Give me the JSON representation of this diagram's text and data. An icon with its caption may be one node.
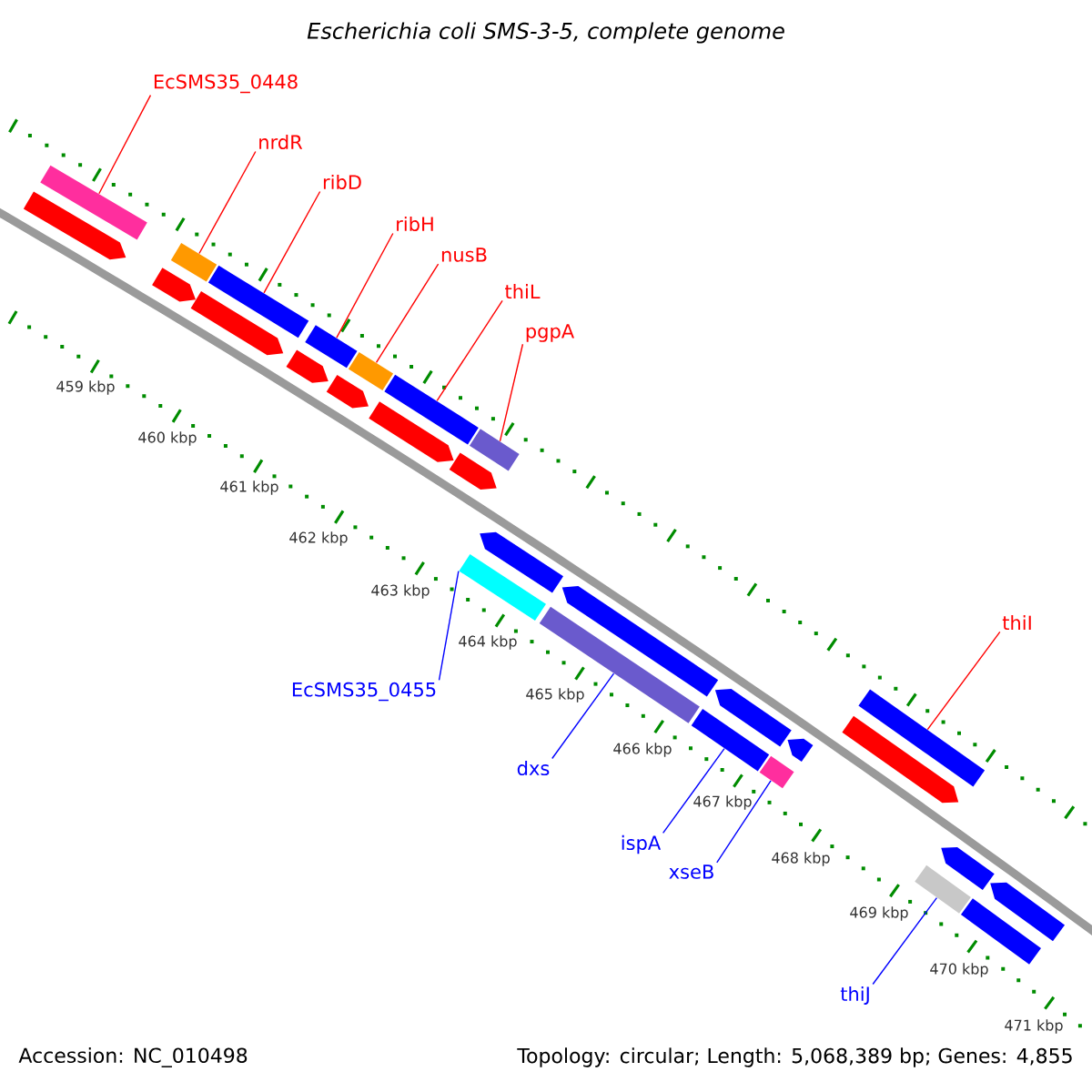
{
  "diagram": {
    "title": "Escherichia coli SMS-3-5, complete genome",
    "nodes": [
      {
        "text": [
          "EcSMS35_0448"
        ]
      },
      {
        "text": [],
        "shape": "bar"
      },
      {
        "text": [
          "nrdR"
        ]
      },
      {
        "text": [],
        "shape": "bar"
      },
      {
        "text": [
          "ribD"
        ]
      },
      {
        "text": [],
        "shape": "bar"
      },
      {
        "text": [
          "ribH"
        ]
      },
      {
        "text": [],
        "shape": "bar"
      },
      {
        "text": [
          "nusB"
        ]
      },
      {
        "text": [],
        "shape": "bar"
      },
      {
        "text": [
          "thiL"
        ]
      },
      {
        "text": [],
        "shape": "bar"
      },
      {
        "text": [
          "pgpA"
        ]
      },
      {
        "text": [],
        "shape": "bar"
      },
      {
        "text": [
          "thiI"
        ]
      },
      {
        "text": [],
        "shape": "bar"
      },
      {
        "text": [
          "EcSMS35_0455"
        ]
      },
      {
        "text": [],
        "shape": "bar"
      },
      {
        "text": [
          "dxs"
        ]
      },
      {
        "text": [],
        "shape": "bar"
      },
      {
        "text": [
          "ispA"
        ]
      },
      {
        "text": [],
        "shape": "bar"
      },
      {
        "text": [
          "xseB"
        ]
      },
      {
        "text": [],
        "shape": "bar"
      },
      {
        "text": [
          "thiJ"
        ]
      },
      {
        "text": [],
        "shape": "bar"
      },
      {
        "text": [],
        "shape": "bar"
      },
      {
        "text": [],
        "shape": "arrow"
      },
      {
        "text": [],
        "shape": "arrow"
      },
      {
        "text": [],
        "shape": "arrow"
      },
      {
        "text": [],
        "shape": "arrow"
      },
      {
        "text": [],
        "shape": "arrow"
      },
      {
        "text": [],
        "shape": "arrow"
      },
      {
        "text": [],
        "shape": "arrow"
      },
      {
        "text": [],
        "shape": "arrow"
      },
      {
        "text": [],
        "shape": "arrow"
      },
      {
        "text": [],
        "shape": "arrow"
      },
      {
        "text": [],
        "shape": "arrow"
      },
      {
        "text": [],
        "shape": "arrow"
      },
      {
        "text": [],
        "shape": "arrow"
      },
      {
        "text": [],
        "shape": "arrow"
      }
    ],
    "edges": [
      {
        "from": 0,
        "to": 1,
        "arrow": "none"
      },
      {
        "from": 2,
        "to": 3,
        "arrow": "none"
      },
      {
        "from": 4,
        "to": 5,
        "arrow": "none"
      },
      {
        "from": 6,
        "to": 7,
        "arrow": "none"
      },
      {
        "from": 8,
        "to": 9,
        "arrow": "none"
      },
      {
        "from": 10,
        "to": 11,
        "arrow": "none"
      },
      {
        "from": 12,
        "to": 13,
        "arrow": "none"
      },
      {
        "from": 14,
        "to": 15,
        "arrow": "none"
      },
      {
        "from": 16,
        "to": 17,
        "arrow": "none",
        "color": "#0000ff"
      },
      {
        "from": 18,
        "to": 19,
        "arrow": "none",
        "color": "#0000ff"
      },
      {
        "from": 20,
        "to": 21,
        "arrow": "none",
        "color": "#0000ff"
      },
      {
        "from": 22,
        "to": 23,
        "arrow": "none",
        "color": "#0000ff"
      },
      {
        "from": 24,
        "to": 25,
        "arrow": "none",
        "color": "#0000ff"
      }
    ],
    "labels": [
      "459 kbp",
      "460 kbp",
      "461 kbp",
      "462 kbp",
      "463 kbp",
      "464 kbp",
      "465 kbp",
      "466 kbp",
      "467 kbp",
      "468 kbp",
      "469 kbp",
      "470 kbp",
      "471 kbp",
      "Accession: NC_010498",
      "Topology: circular; Length: 5,068,389 bp; Genes: 4,855"
    ]
  }
}
